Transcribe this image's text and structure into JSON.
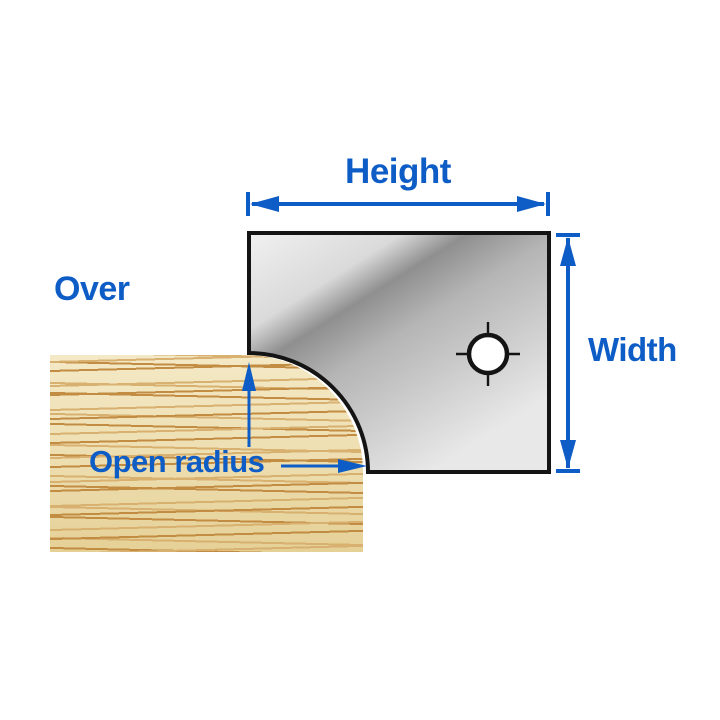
{
  "diagram": {
    "orientation_label": "Over",
    "labels": {
      "height": "Height",
      "width": "Width",
      "open_radius": "Open radius"
    },
    "colors": {
      "annotation_blue": "#0e5dc6",
      "outline_black": "#141414",
      "blade_highlight": "#ffffff",
      "blade_light": "#dadada",
      "blade_dark": "#8f8f8f",
      "blade_mid": "#b5b5b5",
      "blade_sheen_end": "#e8e8e8",
      "wood_base_light": "#f4e9c6",
      "wood_base": "#eedfb2",
      "wood_base_dark": "#e5d096",
      "wood_stripe_mid": "#d8b070",
      "wood_stripe_dark": "#c28c42"
    }
  }
}
